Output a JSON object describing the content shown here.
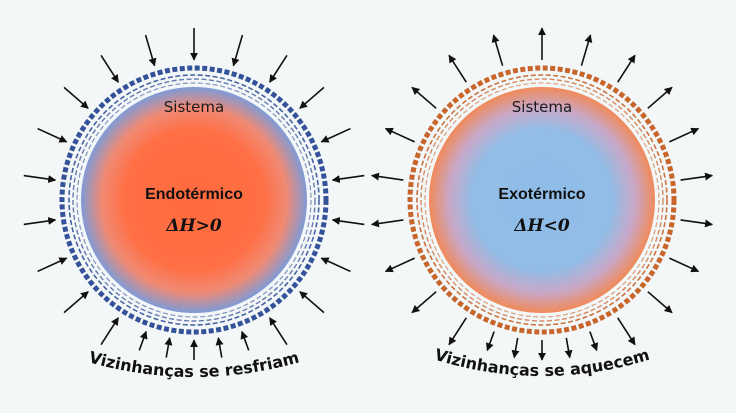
{
  "left": {
    "system_label": "Sistema",
    "process_label": "Endotérmico",
    "delta_label": "ΔH>0",
    "caption": "Vizinhanças se resfriam",
    "arrow_direction": "inward",
    "core_color": "#ff6a3d",
    "halo_color": "#7f9bd6",
    "ring_color": "#34529a"
  },
  "right": {
    "system_label": "Sistema",
    "process_label": "Exotérmico",
    "delta_label": "ΔH<0",
    "caption": "Vizinhanças se aquecem",
    "arrow_direction": "outward",
    "core_color": "#8fbde8",
    "halo_color": "#f08a5a",
    "ring_color": "#c8652a"
  }
}
